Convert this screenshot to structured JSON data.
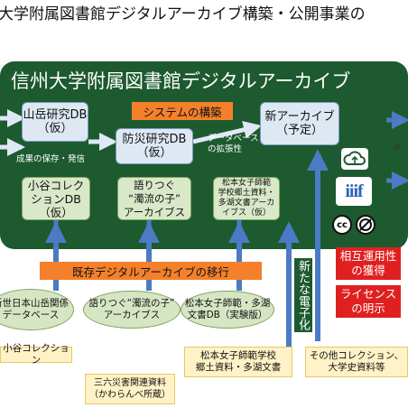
{
  "header": {
    "title": "大学附属図書館デジタルアーカイブ構築・公開事業の"
  },
  "panel": {
    "title": "信州大学附属図書館デジタルアーカイブ"
  },
  "tags": {
    "system_build": "システムの構築",
    "migration": "既存デジタルアーカイブの移行"
  },
  "new_archive": {
    "boxes": {
      "sangaku": "山岳研究DB\n（仮）",
      "bosai": "防災研究DB\n（仮）",
      "new_archive": "新アーカイブ\n（予定）",
      "otari": "小谷コレク\nションDB\n（仮）",
      "kataritsugu": "語りつぐ\n“濁流の子”\nアーカイブス",
      "matsumoto": "松本女子師範\n学校郷土資料・\n多湖文書アーカ\nイブス（仮）"
    },
    "notes": {
      "preserve": "成果の保存・発信",
      "expand": "データベース\nの拡張性"
    }
  },
  "existing": {
    "shinseiki": "新世日本山岳関係\nデータベース",
    "kataritsugu": "語りつぐ“濁流の子”\nアーカイブス",
    "matsumoto": "松本女子師範・多湖\n文書DB（実験版）"
  },
  "collections": {
    "otari": "小谷コレクション",
    "sanroku": "三六災害関連資料\n（かわらんべ所蔵）",
    "matsumoto": "松本女子師範学校\n郷土資料・多湖文書",
    "other": "その他コレクション、\n大学史資料等"
  },
  "digitization": {
    "label": "新たな電子化"
  },
  "badges": {
    "interop": "相互運用性\nの獲得",
    "license": "ライセンス\nの明示"
  },
  "icons": {
    "iiif": "iiif",
    "cc": "cc",
    "cloud": "cloud-icon",
    "ja": "JA"
  },
  "colors": {
    "panel": "#1d5a2f",
    "arrow": "#4b7bc4",
    "orange": "#f5802b",
    "red": "#e02020"
  }
}
